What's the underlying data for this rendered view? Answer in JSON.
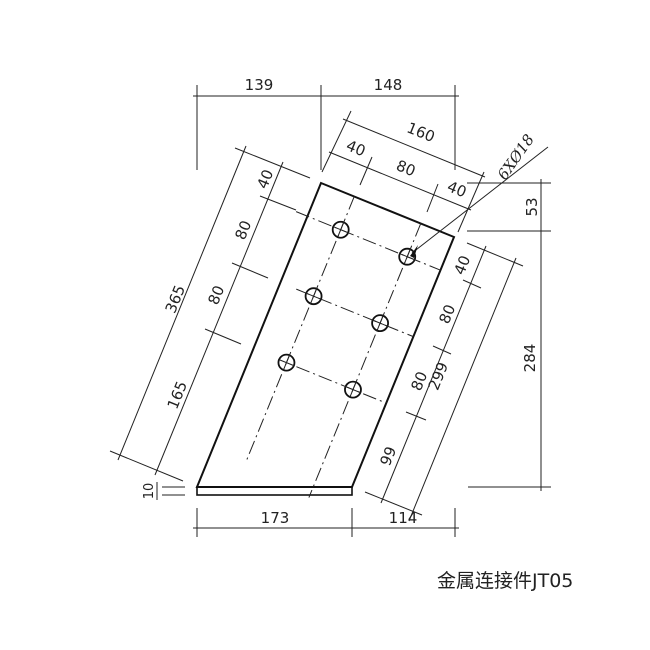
{
  "drawing": {
    "caption": "金属连接件JT05",
    "hole_callout": "6XØ18",
    "dims": {
      "top_left": "139",
      "top_right": "148",
      "width_total": "160",
      "hole_edge_left": "40",
      "hole_spacing_across": "80",
      "hole_edge_right": "40",
      "right_top": "53",
      "right_height": "284",
      "left_total": "365",
      "left_edge_top": "40",
      "left_spacing_1": "80",
      "left_spacing_2": "80",
      "left_bottom": "165",
      "right_edge_top": "40",
      "right_spacing_1": "80",
      "right_spacing_2": "80",
      "right_bottom": "99",
      "right_total": "299",
      "base_thickness": "10",
      "bottom_left": "173",
      "bottom_right": "114"
    }
  }
}
